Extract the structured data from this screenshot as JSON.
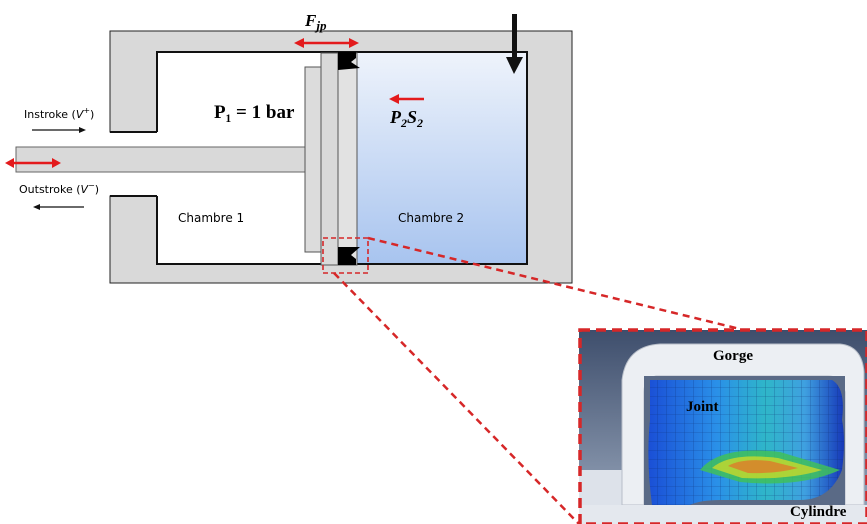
{
  "diagram": {
    "force_label": {
      "base": "F",
      "sub": "jp"
    },
    "pressure_label": "P₁ = 1 bar",
    "pressure_force": {
      "part1": "P",
      "sub1": "2",
      "part2": "S",
      "sub2": "2"
    },
    "instroke": {
      "prefix": "Instroke (",
      "var": "V",
      "sup": "+",
      "suffix": ")"
    },
    "outstroke": {
      "prefix": "Outstroke (",
      "var": "V",
      "sup": "−",
      "suffix": ")"
    },
    "chamber1": "Chambre 1",
    "chamber2": "Chambre 2"
  },
  "inset": {
    "gorge": "Gorge",
    "joint": "Joint",
    "cylindre": "Cylindre"
  },
  "colors": {
    "housing_fill": "#d9d9d9",
    "housing_stroke": "#222222",
    "chamber2_top": "#eef3fb",
    "chamber2_bottom": "#a8c4ef",
    "red_arrow": "#e31a1c",
    "callout_dash": "#d62728"
  }
}
